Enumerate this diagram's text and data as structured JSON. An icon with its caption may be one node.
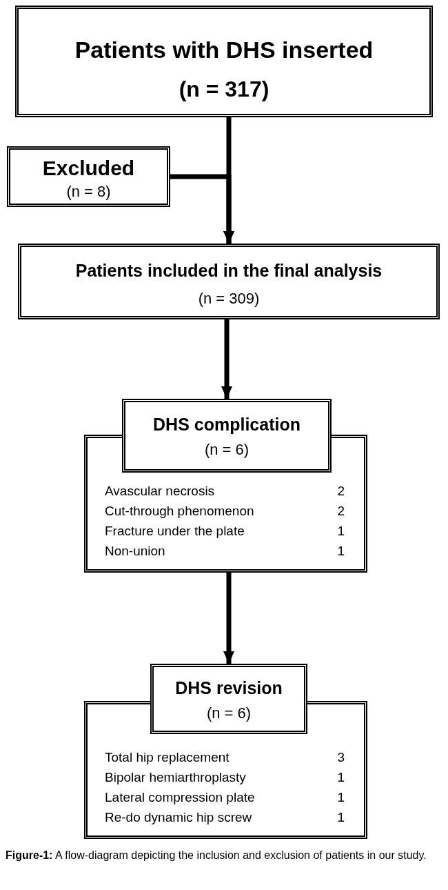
{
  "diagram": {
    "caption": "**Figure-1:** A flow-diagram depicting the inclusion and exclusion of patients in our study.",
    "nodes": [
      {
        "text": [
          "Patients with DHS inserted",
          "(n = 317)"
        ]
      },
      {
        "text": [
          "Excluded",
          "(n = 8)"
        ]
      },
      {
        "text": [
          "Patients included in the final analysis",
          "(n = 309)"
        ]
      },
      {
        "text": [
          "DHS complication",
          "(n = 6)"
        ]
      },
      {
        "text": [
          "Avascular necrosis",
          "2",
          "Cut-through phenomenon",
          "2",
          "Fracture under the plate",
          "1",
          "Non-union",
          "1"
        ]
      },
      {
        "text": [
          "DHS revision",
          "(n = 6)"
        ]
      },
      {
        "text": [
          "Total hip replacement",
          "3",
          "Bipolar hemiarthroplasty",
          "1",
          "Lateral compression plate",
          "1",
          "Re-do dynamic hip screw",
          "1"
        ]
      }
    ],
    "edges": [
      {
        "from": 0,
        "to": 2,
        "arrow": "to"
      },
      {
        "from": 1,
        "to": 2,
        "arrow": "to"
      },
      {
        "from": 2,
        "to": 3,
        "arrow": "to"
      },
      {
        "from": 4,
        "to": 5,
        "arrow": "to"
      }
    ]
  }
}
